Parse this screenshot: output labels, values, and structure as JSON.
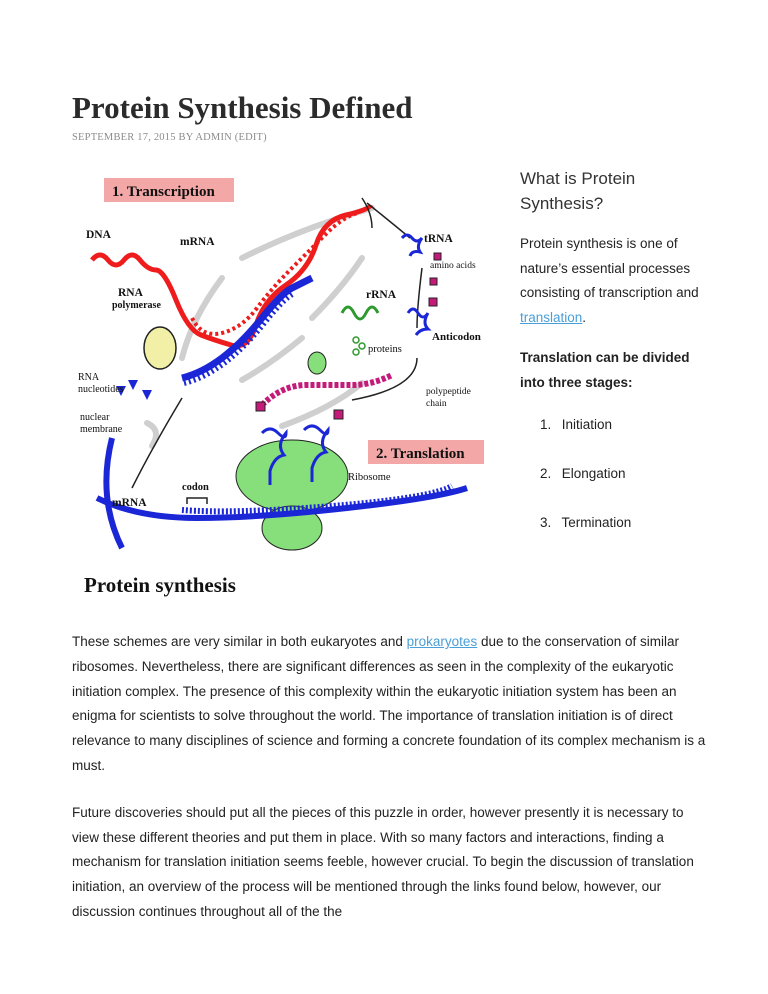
{
  "article": {
    "title": "Protein Synthesis Defined",
    "meta": {
      "date": "SEPTEMBER 17, 2015",
      "by": "BY",
      "author": "ADMIN",
      "edit": "(EDIT)"
    }
  },
  "figure": {
    "title_transcription": "1. Transcription",
    "title_translation": "2. Translation",
    "caption": "Protein synthesis",
    "labels": {
      "dna": "DNA",
      "mrna_top": "mRNA",
      "rna": "RNA",
      "polymerase": "polymerase",
      "rna_nucleotides_1": "RNA",
      "rna_nucleotides_2": "nucleotides",
      "nuclear_1": "nuclear",
      "nuclear_2": "membrane",
      "mrna_bottom": "mRNA",
      "codon": "codon",
      "ribosome": "Ribosome",
      "trna": "tRNA",
      "amino_acids": "amino acids",
      "rrna": "rRNA",
      "proteins": "proteins",
      "anticodon": "Anticodon",
      "polypeptide_1": "polypeptide",
      "polypeptide_2": "chain"
    },
    "colors": {
      "title_bg": "#f4a7a7",
      "title_text": "#111111",
      "dna": "#ee1c1c",
      "mrna": "#1b27d6",
      "ribosome": "#86df7a",
      "polymerase": "#f2f0a6",
      "amino": "#c41b7a",
      "rrna": "#2e9a2e",
      "membrane": "#cfcfcf"
    }
  },
  "sidebar": {
    "heading": "What is Protein Synthesis?",
    "intro_text": "Protein synthesis is one of nature’s essential processes consisting of transcription and ",
    "intro_link": "translation",
    "intro_end": ".",
    "stages_heading": "Translation can be divided into three stages:",
    "stages": [
      {
        "num": "1.",
        "label": "Initiation"
      },
      {
        "num": "2.",
        "label": "Elongation"
      },
      {
        "num": "3.",
        "label": "Termination"
      }
    ]
  },
  "body": {
    "p1_before": "These schemes are very similar in both eukaryotes and ",
    "p1_link": "prokaryotes",
    "p1_after": " due to the conservation of similar ribosomes. Nevertheless, there are significant differences as seen in the complexity of the eukaryotic initiation complex. The presence of this complexity within the eukaryotic initiation system has been an enigma for scientists to solve throughout the world. The importance of translation initiation is of direct relevance to many disciplines of science and forming a concrete foundation of its complex mechanism is a must.",
    "p2": "Future discoveries should put all the pieces of this puzzle in order, however presently it is necessary to view these different theories and put them in place. With so many factors and interactions, finding a mechanism for translation initiation seems feeble, however crucial. To begin the discussion of translation initiation, an overview of the process will be mentioned through the links found below, however, our discussion continues throughout all of the the"
  }
}
